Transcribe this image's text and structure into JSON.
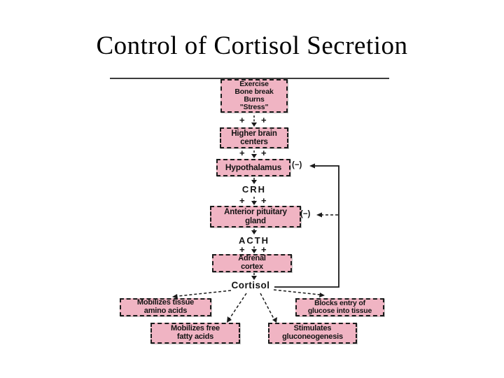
{
  "slide": {
    "title": "Control of Cortisol Secretion"
  },
  "diagram": {
    "plus": "+",
    "minus": "(−)",
    "boxes": {
      "stress": {
        "label": "Exercise\nBone break\nBurns\n\"Stress\""
      },
      "higher_brain": {
        "label": "Higher brain\ncenters"
      },
      "hypothalamus": {
        "label": "Hypothalamus"
      },
      "anterior_pituitary": {
        "label": "Anterior pituitary\ngland"
      },
      "adrenal_cortex": {
        "label": "Adrenal\ncortex"
      },
      "mobilizes_amino": {
        "label": "Mobilizes tissue\namino acids"
      },
      "mobilizes_fatty": {
        "label": "Mobilizes free\nfatty acids"
      },
      "blocks_glucose": {
        "label": "Blocks entry of\nglucose into tissue"
      },
      "stimulates_gluconeogenesis": {
        "label": "Stimulates\ngluconeogenesis"
      }
    },
    "labels": {
      "crh": "CRH",
      "acth": "ACTH",
      "cortisol": "Cortisol"
    },
    "colors": {
      "box_fill": "#f0b4c3",
      "box_border": "#1b1b1b",
      "line": "#1a1a1a",
      "title_text": "#000000"
    }
  }
}
